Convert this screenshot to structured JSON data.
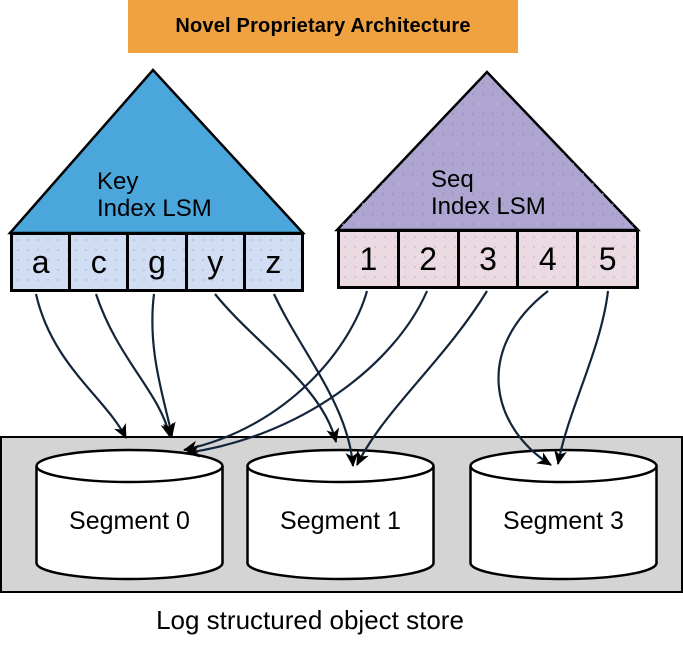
{
  "title": "Novel Proprietary Architecture",
  "key_index": {
    "label_line1": "Key",
    "label_line2": "Index LSM",
    "cells": [
      "a",
      "c",
      "g",
      "y",
      "z"
    ]
  },
  "seq_index": {
    "label_line1": "Seq",
    "label_line2": "Index LSM",
    "cells": [
      "1",
      "2",
      "3",
      "4",
      "5"
    ]
  },
  "store": {
    "label": "Log structured object store",
    "segments": [
      {
        "label": "Segment 0"
      },
      {
        "label": "Segment 1"
      },
      {
        "label": "Segment 3"
      }
    ]
  },
  "connections": [
    {
      "from": "a",
      "to": "Segment 0"
    },
    {
      "from": "c",
      "to": "Segment 0"
    },
    {
      "from": "g",
      "to": "Segment 0"
    },
    {
      "from": "y",
      "to": "Segment 1"
    },
    {
      "from": "z",
      "to": "Segment 1"
    },
    {
      "from": "1",
      "to": "Segment 0"
    },
    {
      "from": "2",
      "to": "Segment 0"
    },
    {
      "from": "3",
      "to": "Segment 1"
    },
    {
      "from": "4",
      "to": "Segment 3"
    },
    {
      "from": "5",
      "to": "Segment 3"
    }
  ],
  "colors": {
    "title_bg": "#F0A240",
    "key_triangle": "#4BA7DB",
    "key_cell": "#D0DDF2",
    "seq_triangle": "#AEA5D1",
    "seq_triangle_dot": "#9C92C5",
    "seq_cell": "#EBDAE2",
    "store_bg": "#D4D4D4",
    "cylinder_fill": "#FFFFFF",
    "stroke": "#000000",
    "connector": "#13253A"
  }
}
